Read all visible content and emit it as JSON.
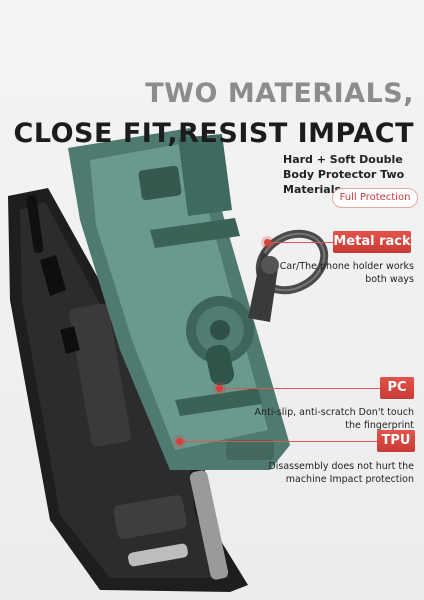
{
  "headline": {
    "line1": "TWO MATERIALS,",
    "line2": "CLOSE FIT,RESIST IMPACT"
  },
  "subtitle": "Hard + Soft Double Body Protector Two Materials.",
  "badge": "Full Protection",
  "features": [
    {
      "tag": "Metal rack",
      "desc": "Car/The phone holder works both ways"
    },
    {
      "tag": "PC",
      "desc": "Anti-slip, anti-scratch Don't touch the fingerprint"
    },
    {
      "tag": "TPU",
      "desc": "Disassembly does not hurt the machine Impact protection"
    }
  ],
  "colors": {
    "accent": "#d8403a",
    "case_green": "#4f7a70",
    "case_black": "#1e1e1e"
  }
}
